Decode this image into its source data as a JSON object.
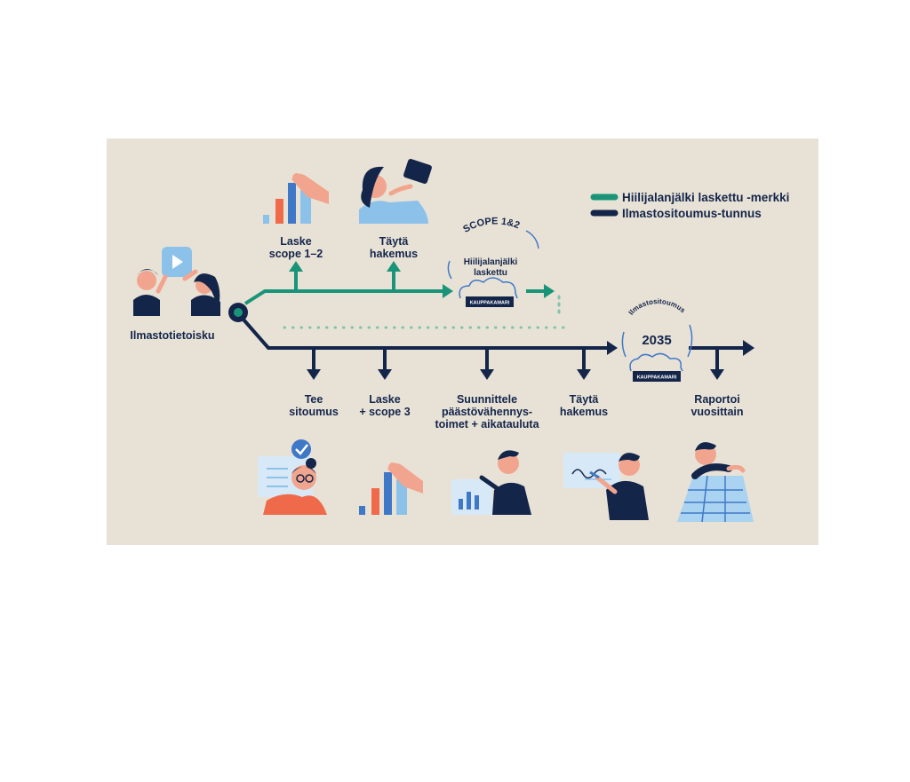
{
  "colors": {
    "background": "#e8e2d6",
    "green_track": "#1a9478",
    "navy_track": "#14254a",
    "accent_orange": "#ef6a4b",
    "accent_blue": "#8cc2ea"
  },
  "legend": {
    "green_label": "Hiilijalanjälki laskettu -merkki",
    "navy_label": "Ilmastositoumus-tunnus"
  },
  "start": {
    "label": "Ilmastotietoisku",
    "icon": "video-play-icon"
  },
  "green_steps": [
    {
      "lines": [
        "Laske",
        "scope 1–2"
      ],
      "icon": "bar-chart-hand-icon"
    },
    {
      "lines": [
        "Täytä",
        "hakemus"
      ],
      "icon": "person-laptop-icon"
    }
  ],
  "green_badge": {
    "arc_text": "SCOPE 1&2",
    "lines": [
      "Hiilijalanjälki",
      "laskettu"
    ],
    "org": "KAUPPAKAMARI"
  },
  "navy_steps": [
    {
      "lines": [
        "Tee",
        "sitoumus"
      ],
      "icon": "checklist-person-icon"
    },
    {
      "lines": [
        "Laske",
        "+ scope 3"
      ],
      "icon": "bar-chart-hand-icon"
    },
    {
      "lines": [
        "Suunnittele",
        "päästövähennys-",
        "toimet + aikatauluta"
      ],
      "icon": "person-pointing-chart-icon"
    },
    {
      "lines": [
        "Täytä",
        "hakemus"
      ],
      "icon": "person-signing-icon"
    },
    {
      "lines": [
        "Raportoi",
        "vuosittain"
      ],
      "icon": "person-calendar-icon"
    }
  ],
  "navy_badge": {
    "arc_text": "Ilmastositoumus",
    "year": "2035",
    "org": "KAUPPAKAMARI"
  }
}
